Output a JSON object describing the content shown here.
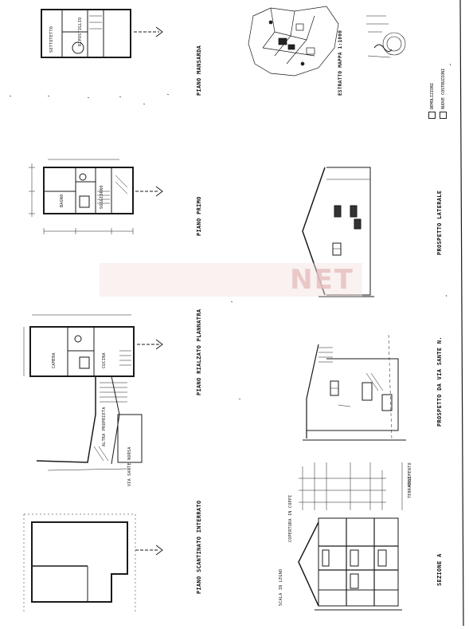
{
  "sheet": {
    "floor_plans": {
      "sottotetto": "PIANO MANSARDA",
      "primo": "PIANO PRIMO",
      "rialzato": "PIANO RIALZATO PLANNATRA",
      "seminterrato": "PIANO SCANTINATO INTERRATO"
    },
    "room_labels": {
      "sottotetto": "SOTTOTETTO",
      "ripostiglio": "RIPOSTIGLIO",
      "bagno": "BAGNO",
      "soggiorno": "SOGGIORNO",
      "cucina": "CUCINA",
      "camera": "CAMERA",
      "altra_proprieta": "ALTRA PROPRIETA"
    },
    "street": "VIA SANTE NORSA",
    "elevations": {
      "laterale": "PROSPETTO LATERALE",
      "da_via": "PROSPETTO DA VIA SANTE N."
    },
    "section": "SEZIONE A",
    "section_notes": {
      "pavimento": "PAVIMENTO",
      "terrazzo": "TERRAZZO",
      "copertura": "COPERTURA IN COPPI",
      "scala": "SCALA IN LEGNO"
    },
    "map_caption": "ESTRATTO MAPPA 1:1000",
    "legend": {
      "item1": "DEMOLIZIONI",
      "item2": "NUOVE COSTRUZIONI"
    },
    "watermark": "NET"
  }
}
